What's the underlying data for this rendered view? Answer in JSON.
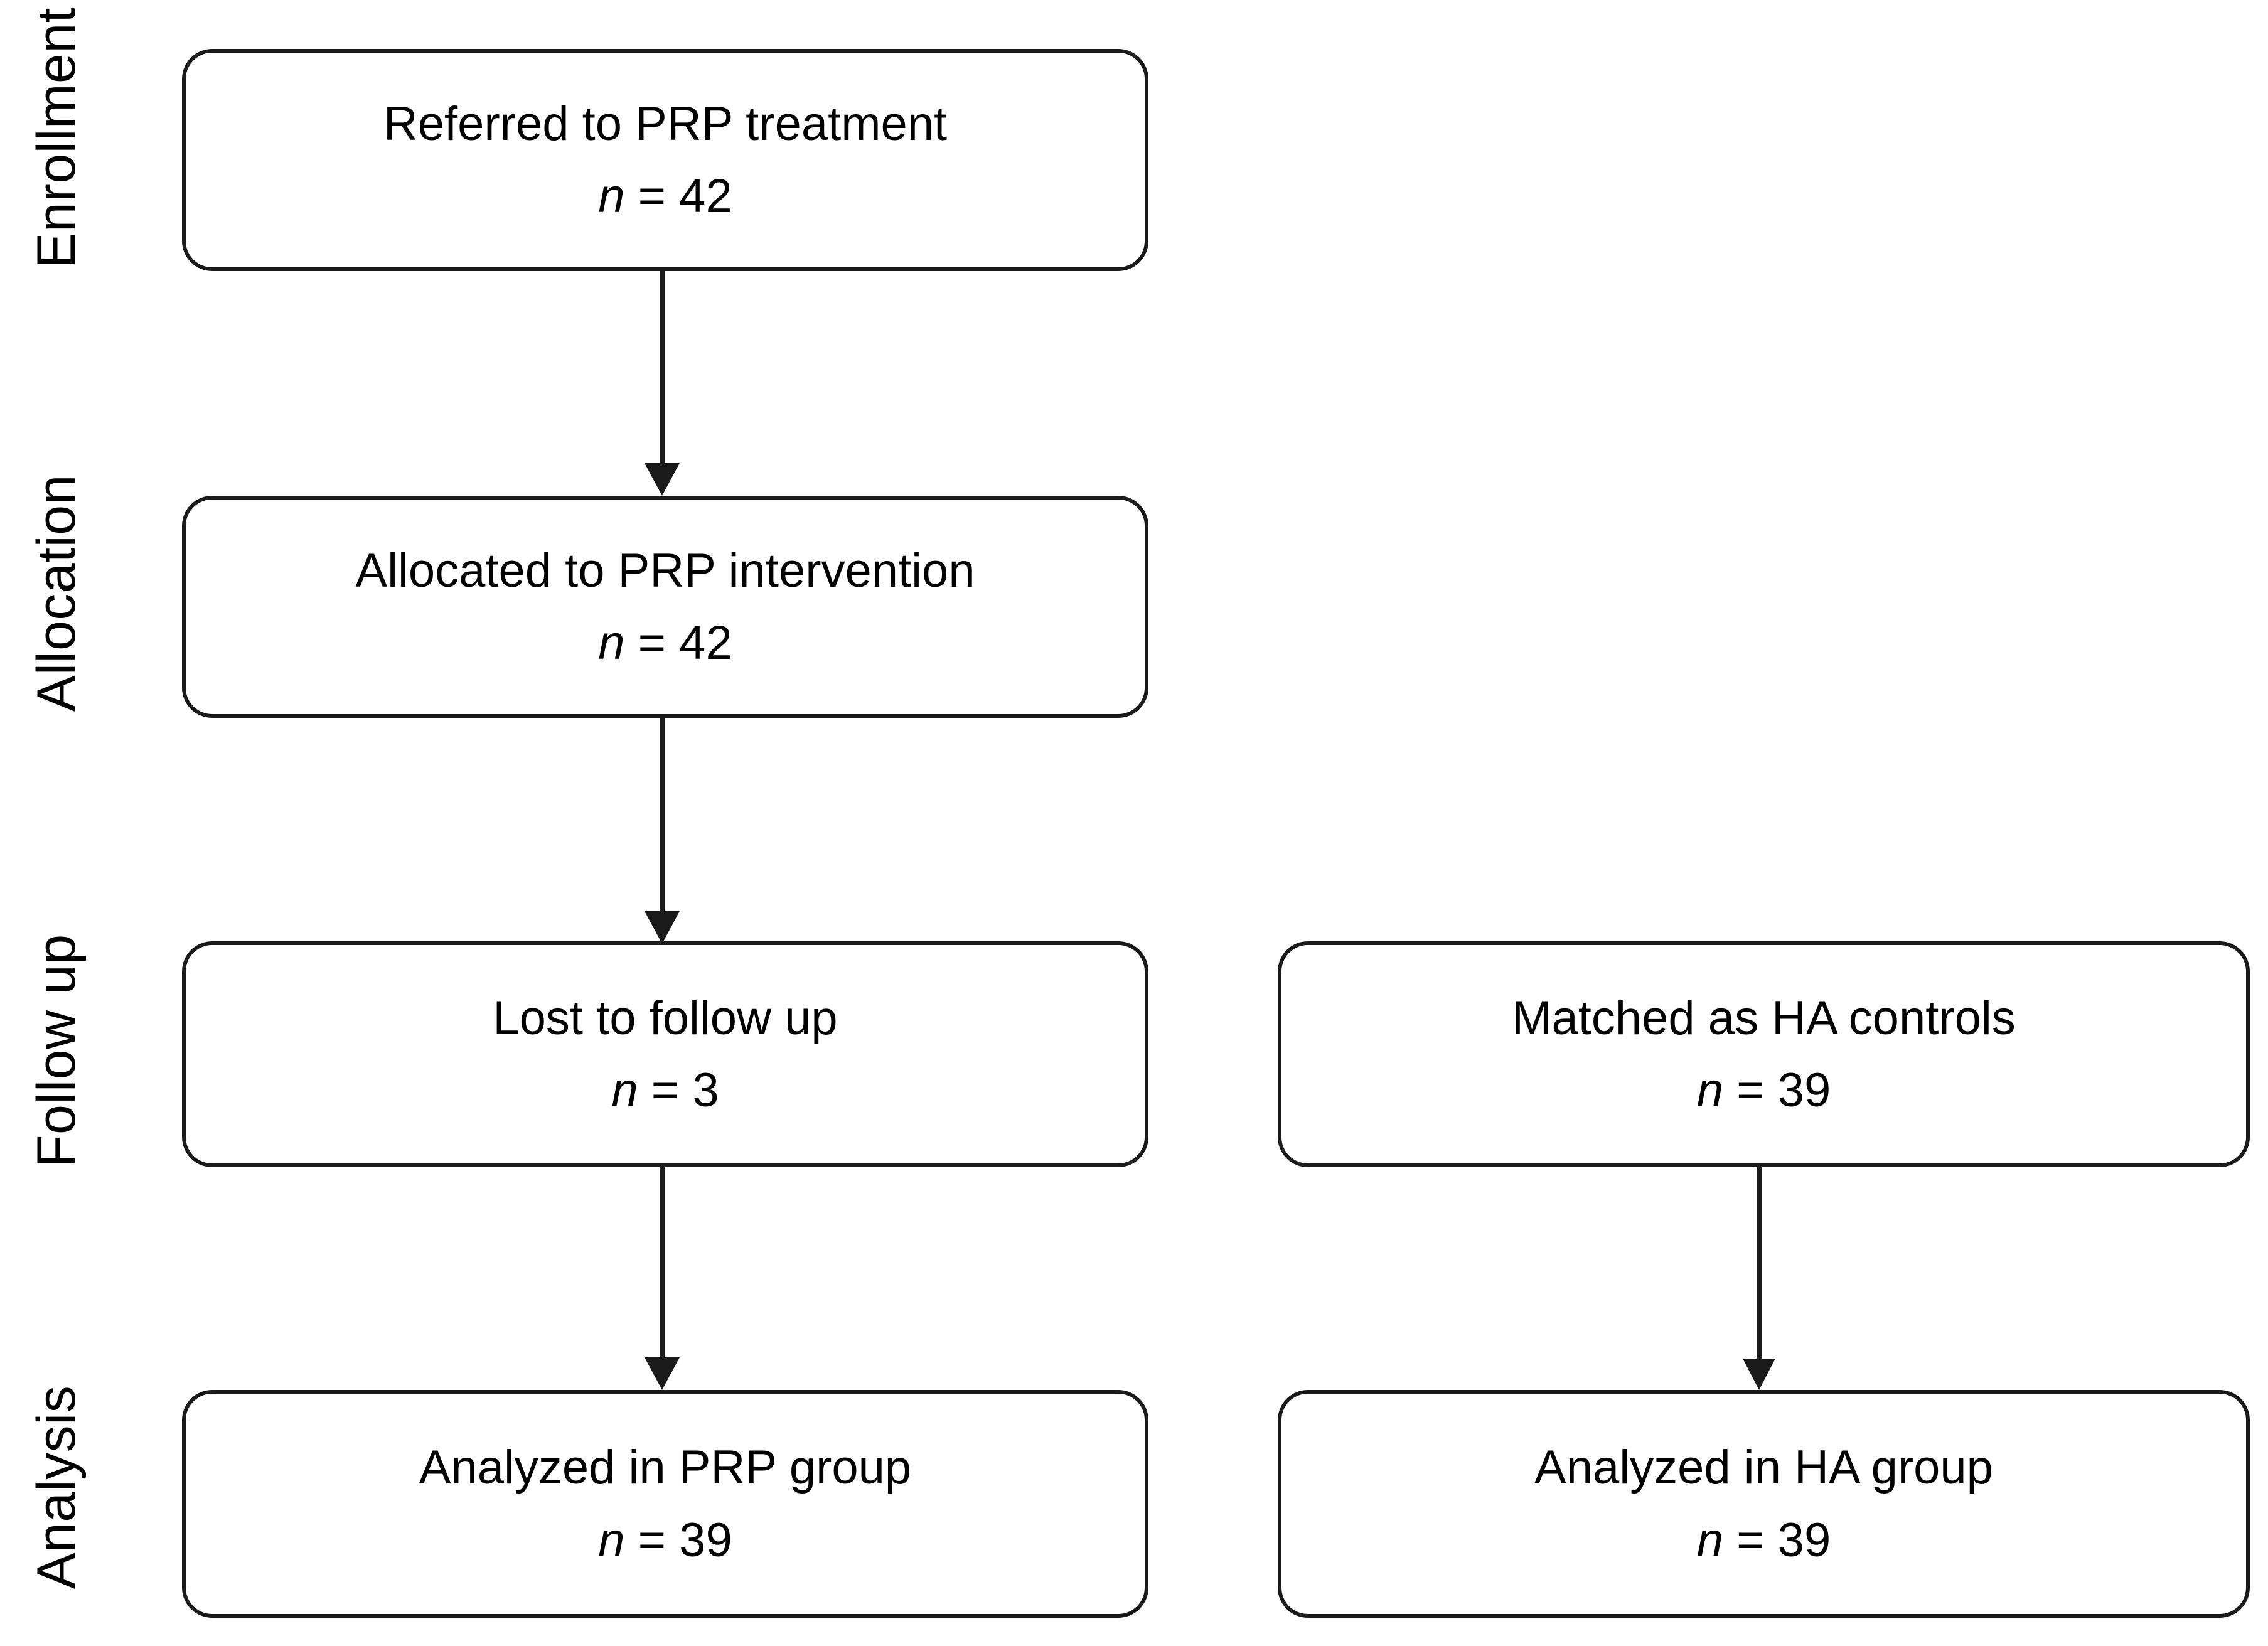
{
  "diagram": {
    "type": "consort-flow-diagram",
    "background_color": "#ffffff",
    "line_color": "#1a1a1a",
    "text_color": "#000000"
  },
  "stages": [
    {
      "id": "enrollment",
      "label": "Enrollment"
    },
    {
      "id": "allocation",
      "label": "Allocation"
    },
    {
      "id": "follow-up",
      "label": "Follow up"
    },
    {
      "id": "analysis",
      "label": "Analysis"
    }
  ],
  "boxes": {
    "referred": {
      "title": "Referred to PRP treatment",
      "count_prefix": "n",
      "count_equals": " = ",
      "count_value": "42",
      "count_text": "n = 42"
    },
    "allocated": {
      "title": "Allocated to PRP intervention",
      "count_prefix": "n",
      "count_equals": " = ",
      "count_value": "42",
      "count_text": "n = 42"
    },
    "lost": {
      "title": "Lost to follow up",
      "count_prefix": "n",
      "count_equals": " = ",
      "count_value": "3",
      "count_text": "n = 3"
    },
    "matched": {
      "title": "Matched as HA controls",
      "count_prefix": "n",
      "count_equals": " = ",
      "count_value": "39",
      "count_text": "n = 39"
    },
    "analyzed_prp": {
      "title": "Analyzed in PRP group",
      "count_prefix": "n",
      "count_equals": " = ",
      "count_value": "39",
      "count_text": "n = 39"
    },
    "analyzed_ha": {
      "title": "Analyzed in HA group",
      "count_prefix": "n",
      "count_equals": " = ",
      "count_value": "39",
      "count_text": "n = 39"
    }
  },
  "connectors": [
    {
      "id": "referred-to-allocated",
      "from": "referred",
      "to": "allocated",
      "style": "solid-arrow-down"
    },
    {
      "id": "allocated-to-lost",
      "from": "allocated",
      "to": "lost",
      "style": "solid-arrow-down"
    },
    {
      "id": "lost-to-analyzed-prp",
      "from": "lost",
      "to": "analyzed_prp",
      "style": "solid-arrow-down"
    },
    {
      "id": "matched-to-analyzed-ha",
      "from": "matched",
      "to": "analyzed_ha",
      "style": "solid-arrow-down"
    }
  ]
}
